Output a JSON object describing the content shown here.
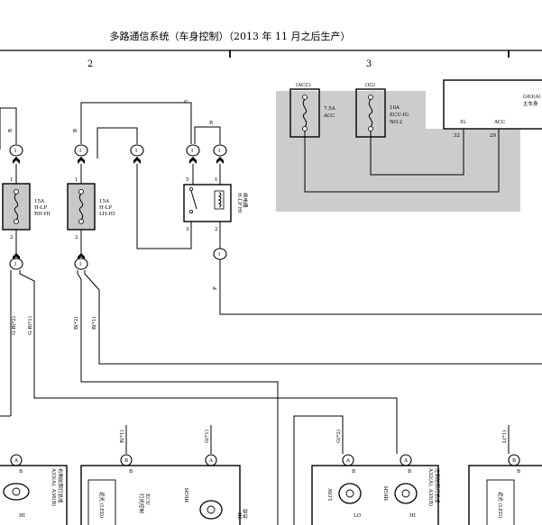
{
  "header": {
    "title": "多路通信系统（车身控制）（2013 年 11 月之后生产）",
    "zone_2": "2",
    "zone_3": "3"
  },
  "fuses": {
    "acc_top": "(ACC)",
    "acc_rating": "7.5A",
    "acc_name": "ACC",
    "ig_top": "(IG)",
    "ig_rating": "10A",
    "ig_name_1": "ECU-IG",
    "ig_name_2": "NO.2",
    "hl_rh_rating": "15A",
    "hl_rh_name_1": "H-LP",
    "hl_rh_name_2": "RH-HI",
    "hl_lh_rating": "15A",
    "hl_lh_name_1": "H-LP",
    "hl_lh_name_2": "LH-HI"
  },
  "relay": {
    "name_1": "H-LP HI",
    "name_2": "继电器",
    "pin_5": "5",
    "pin_1": "1",
    "pin_3": "3",
    "pin_2": "2"
  },
  "ecu": {
    "code": "G63(A)",
    "name": "主车身",
    "pin_ig_label": "IG",
    "pin_acc_label": "ACC",
    "pin_ig_num": "32",
    "pin_acc_num": "29"
  },
  "connectors": {
    "conn_i": "I",
    "conn_a": "A",
    "conn_b": "B"
  },
  "wires": {
    "b": "B",
    "r": "R",
    "p": "P",
    "gb1": "G-B(*1)",
    "gb2": "G-B(*2)",
    "b1": "B(*1)",
    "b2": "B(*2)",
    "r1": "R(*1)",
    "g1": "G(*1)",
    "g2": "G(*2)",
    "l1": "L(*1)"
  },
  "fuse_pins": {
    "p1": "1",
    "p2": "2"
  },
  "bottom": {
    "high": "HIGH",
    "low": "LOW",
    "hi": "HI",
    "lo": "LO",
    "rh_cable_1": "A33(A), A36(B)",
    "rh_cable_2": "右侧前照灯总成",
    "lh_cable_1": "A32(A), A35(B)",
    "lh_cable_2": "左侧前照灯总成",
    "led_1": "近光 (LED)",
    "led_2": "近光 (LED)",
    "ecu_1": "灯光控制",
    "ecu_2": "ECU",
    "hi_assy_1": "HI",
    "hi_assy_2": "总成"
  }
}
